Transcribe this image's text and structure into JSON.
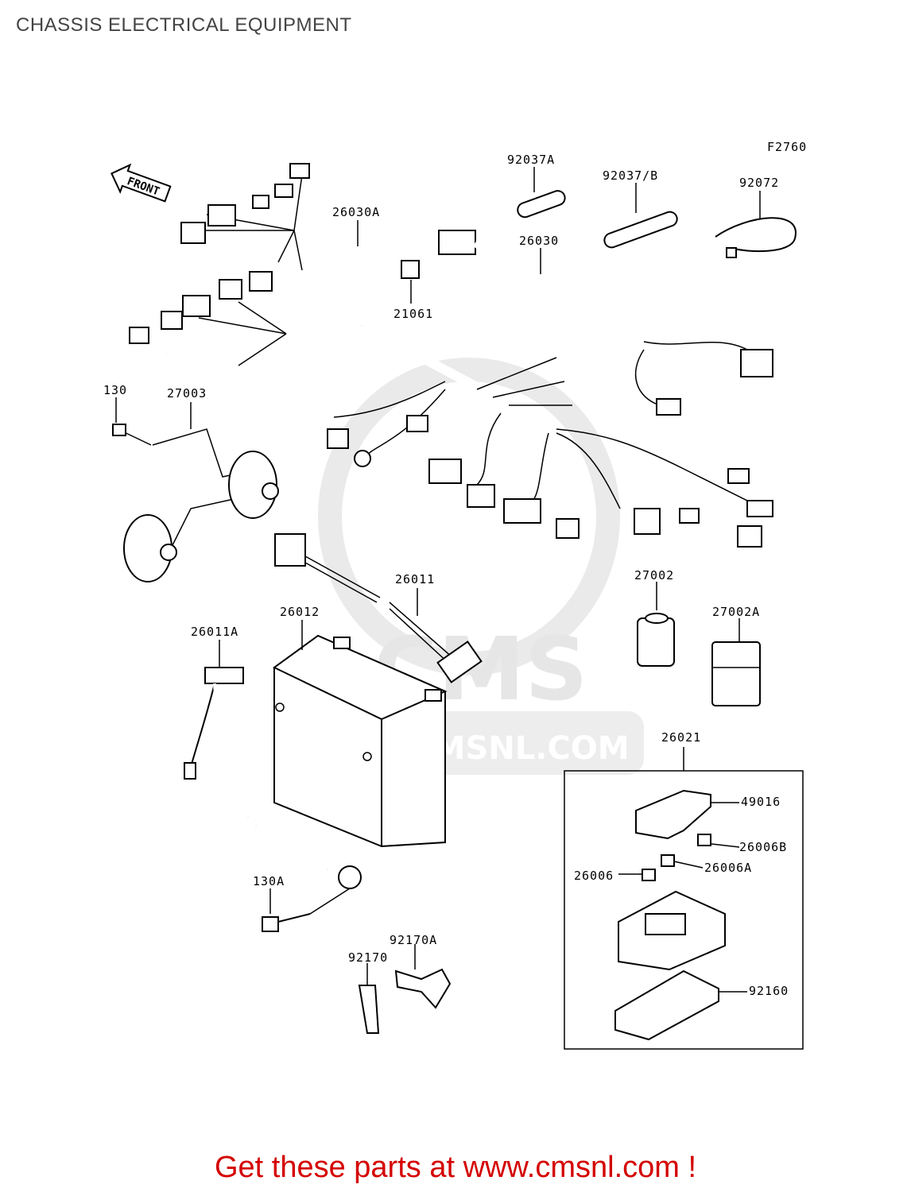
{
  "title": "CHASSIS ELECTRICAL EQUIPMENT",
  "figure_code": "F2760",
  "front_label": "FRONT",
  "watermark": {
    "brand": "CMS",
    "url": "WWW.CMSNL.COM"
  },
  "parts": {
    "p26030A": "26030A",
    "p26030": "26030",
    "p21061": "21061",
    "p92037A": "92037A",
    "p92037B": "92037/B",
    "p92072": "92072",
    "p130": "130",
    "p27003": "27003",
    "p26011": "26011",
    "p26012": "26012",
    "p26011A": "26011A",
    "p27002": "27002",
    "p27002A": "27002A",
    "p26021": "26021",
    "p49016": "49016",
    "p26006B": "26006B",
    "p26006A": "26006A",
    "p26006": "26006",
    "p92160": "92160",
    "p130A": "130A",
    "p92170": "92170",
    "p92170A": "92170A"
  },
  "footer": "Get these parts at www.cmsnl.com !"
}
